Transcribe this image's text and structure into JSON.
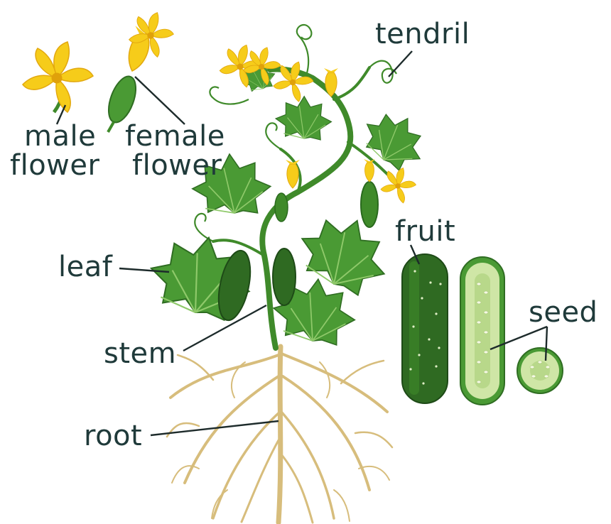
{
  "labels": {
    "male_line1": "male",
    "male_line2": "flower",
    "female_line1": "female",
    "female_line2": "flower",
    "tendril": "tendril",
    "fruit": "fruit",
    "leaf": "leaf",
    "seed": "seed",
    "stem": "stem",
    "root": "root"
  },
  "colors": {
    "leaf": "#4a9a34",
    "leaf_dark": "#2f6d22",
    "petal": "#f6cc1a",
    "fruit": "#2f6a22",
    "flesh": "#cfe6a6",
    "root": "#d7bd7c"
  }
}
